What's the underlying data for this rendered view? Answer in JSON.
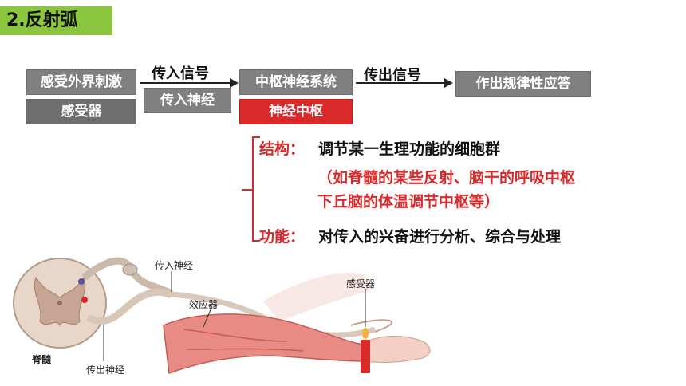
{
  "title": "2.反射弧",
  "flow": {
    "stimulus": "感受外界刺激",
    "receptor": "感受器",
    "afferent_signal": "传入信号",
    "afferent_nerve": "传入神经",
    "cns": "中枢神经系统",
    "center": "神经中枢",
    "efferent_signal": "传出信号",
    "response": "作出规律性应答"
  },
  "details": {
    "structure_label": "结构：",
    "structure_text": "调节某一生理功能的细胞群",
    "example_line1": "（如脊髓的某些反射、脑干的呼吸中枢",
    "example_line2": "下丘脑的体温调节中枢等）",
    "function_label": "功能：",
    "function_text": "对传入的兴奋进行分析、综合与处理"
  },
  "illustration": {
    "afferent_nerve": "传入神经",
    "effector": "效应器",
    "receptor": "感受器",
    "spinal_cord": "脊髓",
    "efferent_nerve": "传出神经"
  },
  "colors": {
    "title_bg": "#8cc63e",
    "box_gray": "#808080",
    "center_red": "#d9292b"
  }
}
